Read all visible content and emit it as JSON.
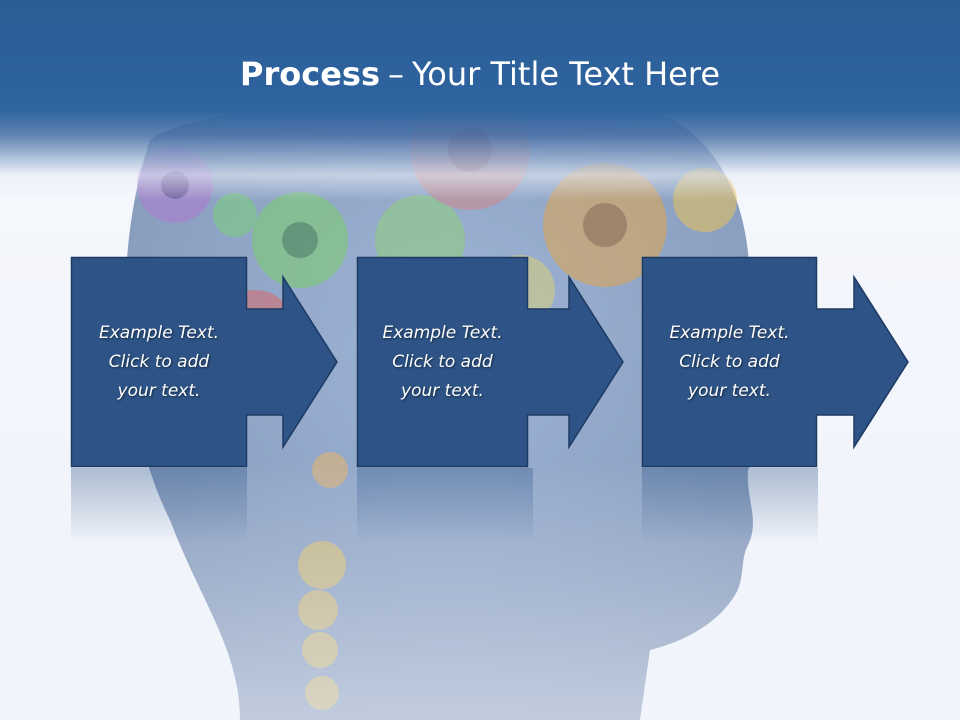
{
  "slide": {
    "title_strong": "Process",
    "title_separator": "–",
    "title_rest": "Your Title Text Here"
  },
  "steps": [
    {
      "line1": "Example Text.",
      "line2": "Click  to add",
      "line3": "your text."
    },
    {
      "line1": "Example Text.",
      "line2": "Click  to add",
      "line3": "your text."
    },
    {
      "line1": "Example Text.",
      "line2": "Click  to add",
      "line3": "your text."
    }
  ],
  "colors": {
    "header_blue": "#2f64a0",
    "box_fill": "#2e5487",
    "box_border": "#1d3a63"
  },
  "background_image": "human-head-silhouette-with-colorful-gears"
}
